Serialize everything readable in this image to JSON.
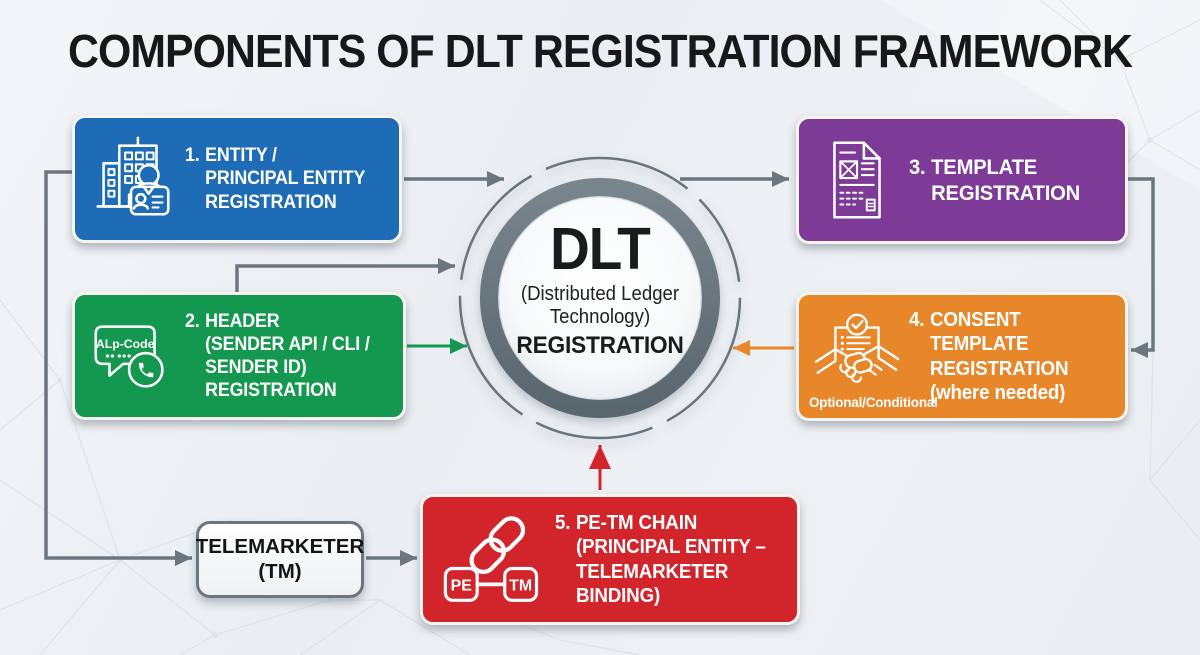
{
  "title": "COMPONENTS OF DLT REGISTRATION FRAMEWORK",
  "colors": {
    "blue": "#1e6cb5",
    "green": "#14984f",
    "purple": "#7d3a97",
    "orange": "#e8872a",
    "red": "#d2242b",
    "gray": "#6b767e",
    "ring": "#69757d",
    "ink": "#17181a"
  },
  "center": {
    "acronym": "DLT",
    "subtitle": "(Distributed Ledger\nTechnology)",
    "label": "REGISTRATION"
  },
  "boxes": {
    "entity": {
      "num": "1.",
      "label": "ENTITY /\nPRINCIPAL ENTITY\nREGISTRATION",
      "icon": "building-person-icon"
    },
    "header": {
      "num": "2.",
      "label": "HEADER\n(SENDER API / CLI /\nSENDER ID)\nREGISTRATION",
      "icon": "alp-code-bubble-phone-icon",
      "bubble_text": "ALp-Code"
    },
    "template": {
      "num": "3.",
      "label": "TEMPLATE\nREGISTRATION",
      "icon": "template-document-icon"
    },
    "consent": {
      "num": "4.",
      "label": "CONSENT\nTEMPLATE\nREGISTRATION\n(where needed)",
      "icon": "handshake-consent-icon",
      "caption": "Optional/Conditional"
    },
    "chain": {
      "num": "5.",
      "label": "PE-TM CHAIN\n(PRINCIPAL ENTITY –\nTELEMARKETER BINDING)",
      "icon": "pe-tm-chain-icon",
      "pe_label": "PE",
      "tm_label": "TM"
    }
  },
  "telemarketer": {
    "line1": "TELEMARKETER",
    "line2": "(TM)"
  }
}
